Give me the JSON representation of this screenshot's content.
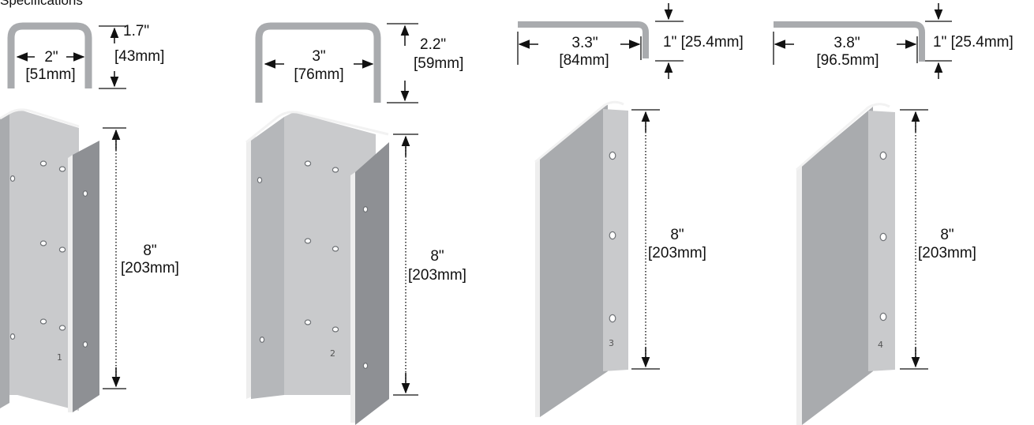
{
  "header": {
    "text": "Specifications"
  },
  "colors": {
    "metal_light": "#c9cacc",
    "metal_mid": "#a9abae",
    "metal_dark": "#8e9094",
    "edge": "#f2f2f2",
    "line": "#111111"
  },
  "brackets": [
    {
      "id": "1",
      "profile": "u-channel",
      "width_label": "2\"",
      "width_label_mm": "[51mm]",
      "depth_label": "1.7\"",
      "depth_label_mm": "[43mm]",
      "length_label": "8\"",
      "length_label_mm": "[203mm]",
      "part_number": "1",
      "holes_per_row": 2
    },
    {
      "id": "2",
      "profile": "u-channel",
      "width_label": "3\"",
      "width_label_mm": "[76mm]",
      "depth_label": "2.2\"",
      "depth_label_mm": "[59mm]",
      "length_label": "8\"",
      "length_label_mm": "[203mm]",
      "part_number": "2",
      "holes_per_row": 2
    },
    {
      "id": "3",
      "profile": "l-angle",
      "width_label": "3.3\"",
      "width_label_mm": "[84mm]",
      "depth_label": "1\" [25.4mm]",
      "length_label": "8\"",
      "length_label_mm": "[203mm]",
      "part_number": "3",
      "holes_per_row": 1
    },
    {
      "id": "4",
      "profile": "l-angle",
      "width_label": "3.8\"",
      "width_label_mm": "[96.5mm]",
      "depth_label": "1\" [25.4mm]",
      "length_label": "8\"",
      "length_label_mm": "[203mm]",
      "part_number": "4",
      "holes_per_row": 1
    }
  ]
}
